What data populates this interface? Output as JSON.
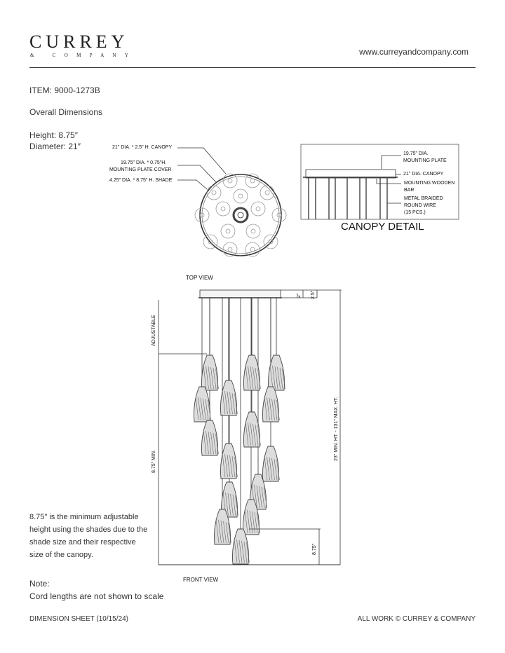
{
  "header": {
    "logo_name": "CURREY",
    "logo_sub": "& COMPANY",
    "url": "www.curreyandcompany.com"
  },
  "item": "ITEM: 9000-1273B",
  "overall": "Overall Dimensions",
  "height": "Height: 8.75″",
  "diameter": "Diameter: 21″",
  "top_view": {
    "callouts": [
      "21\" DIA. * 2.5\" H. CANOPY",
      "19.75\" DIA. * 0.75\"H.",
      "MOUNTING PLATE COVER",
      "4.25\" DIA. * 8.75\" H. SHADE"
    ],
    "label": "TOP VIEW"
  },
  "canopy_detail": {
    "title": "CANOPY DETAIL",
    "callouts": [
      "19.75\" DIA.",
      "MOUNTING PLATE",
      "21\" DIA. CANOPY",
      "MOUNTING WOODEN",
      "BAR",
      "METAL BRAIDED",
      "ROUND WIRE",
      "(15 PCS.)"
    ]
  },
  "front_view": {
    "label": "FRONT VIEW",
    "dims": {
      "adjustable": "ADJUSTABLE",
      "min": "8.75\" MIN.",
      "overall": "23\" MIN. HT. - 131\" MAX. HT.",
      "shade": "8.75\"",
      "plate": "2\"",
      "canopy": "2.5\""
    },
    "shade_count": 15
  },
  "note_text": [
    "8.75″ is the minimum adjustable",
    "height using the shades due to the",
    "shade size and their respective",
    "size of the canopy."
  ],
  "note_label": "Note:",
  "note_scale": "Cord lengths are not shown to scale",
  "footer": {
    "left": "DIMENSION SHEET (10/15/24)",
    "right": "ALL WORK © CURREY & COMPANY"
  }
}
